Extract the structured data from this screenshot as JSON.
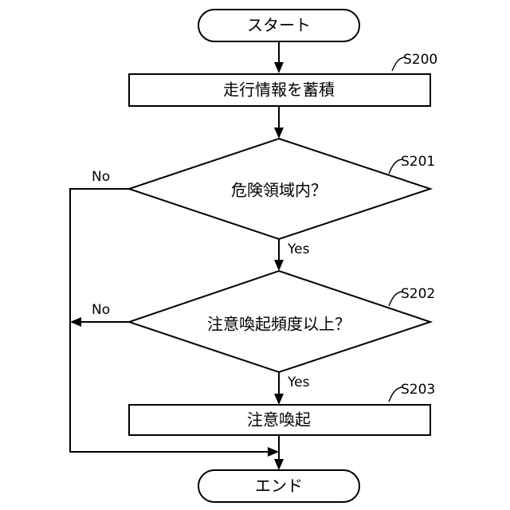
{
  "flowchart": {
    "start": "スタート",
    "end": "エンド",
    "steps": {
      "s200": {
        "id": "S200",
        "label": "走行情報を蓄積"
      },
      "s201": {
        "id": "S201",
        "label": "危険領域内？"
      },
      "s202": {
        "id": "S202",
        "label": "注意喚起頻度以上？"
      },
      "s203": {
        "id": "S203",
        "label": "注意喚起"
      }
    },
    "branches": {
      "s201_yes": "Yes",
      "s201_no": "No",
      "s202_yes": "Yes",
      "s202_no": "No"
    }
  }
}
